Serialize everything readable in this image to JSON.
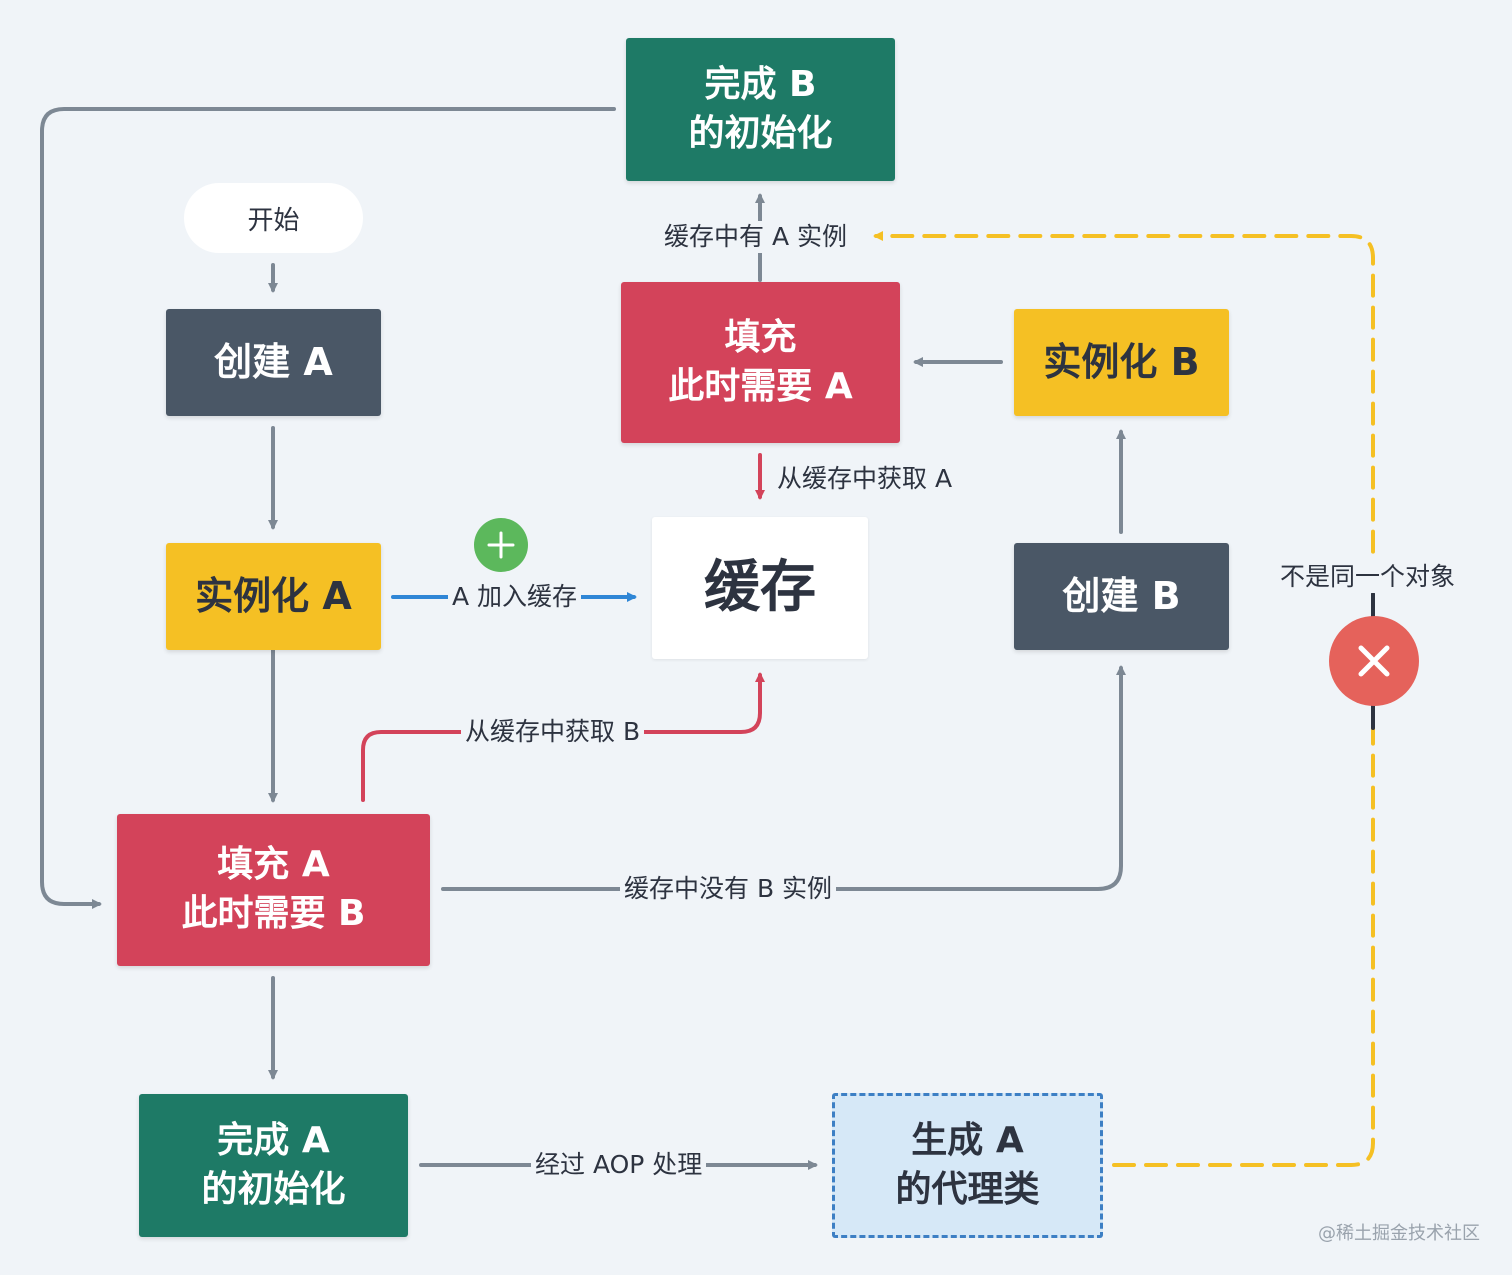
{
  "nodes": {
    "start": "开始",
    "create_a": "创建 A",
    "instantiate_a": "实例化 A",
    "populate_a": [
      "填充 A",
      "此时需要 B"
    ],
    "finish_a": [
      "完成 A",
      "的初始化"
    ],
    "proxy_a": [
      "生成 A",
      "的代理类"
    ],
    "cache": "缓存",
    "populate_b": [
      "填充",
      "此时需要 A"
    ],
    "finish_b": [
      "完成 B",
      "的初始化"
    ],
    "instantiate_b": "实例化 B",
    "create_b": "创建 B"
  },
  "edge_labels": {
    "add_to_cache": "A 加入缓存",
    "get_b_from_cache": "从缓存中获取 B",
    "no_b_in_cache": "缓存中没有 B 实例",
    "get_a_from_cache": "从缓存中获取 A",
    "a_in_cache": "缓存中有 A 实例",
    "aop": "经过 AOP 处理",
    "not_same_object": "不是同一个对象"
  },
  "colors": {
    "dark": "#4a5766",
    "yellow": "#f5c024",
    "red": "#d3435a",
    "green": "#1e7a66",
    "gray_arrow": "#7d8894",
    "red_arrow": "#d3435a",
    "blue_arrow": "#2f86d6",
    "yellow_dashed": "#f5c024",
    "plus_badge": "#5cb85c",
    "x_badge": "#e5625b"
  },
  "icons": {
    "plus_badge": "plus-icon",
    "x_badge": "close-icon"
  },
  "watermark": "@稀土掘金技术社区"
}
